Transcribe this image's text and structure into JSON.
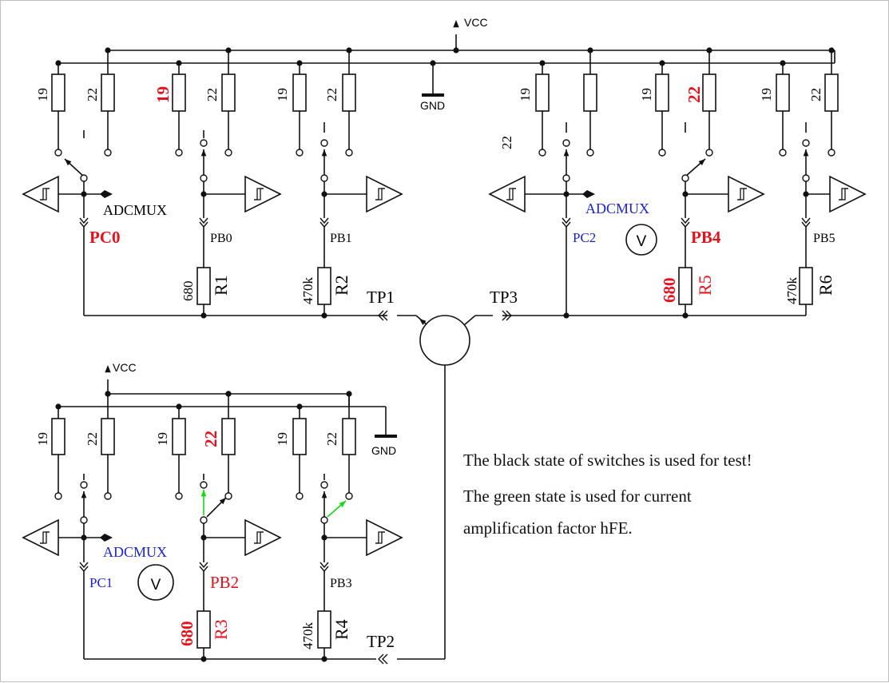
{
  "colors": {
    "wire": "#111111",
    "red": "#e8101a",
    "blue": "#1a22d8",
    "green": "#10dd10"
  },
  "labels": {
    "vcc_top": "VCC",
    "vcc_bottom": "VCC",
    "gnd_top": "GND",
    "gnd_bottom": "GND",
    "adcmux_1": "ADCMUX",
    "adcmux_2": "ADCMUX",
    "adcmux_3": "ADCMUX",
    "pc0": "PC0",
    "pb0": "PB0",
    "pb1": "PB1",
    "pc2": "PC2",
    "pb4": "PB4",
    "pb5": "PB5",
    "pc1": "PC1",
    "pb2": "PB2",
    "pb3": "PB3",
    "tp1": "TP1",
    "tp2": "TP2",
    "tp3": "TP3",
    "r1": "R1",
    "r2": "R2",
    "r3": "R3",
    "r4": "R4",
    "r5": "R5",
    "r6": "R6",
    "v680_r1": "680",
    "v470k_r2": "470k",
    "v680_r3": "680",
    "v470k_r4": "470k",
    "v680_r5": "680",
    "v470k_r6": "470k",
    "r19_a": "19",
    "r22_a": "22",
    "r19_b": "19",
    "r22_b": "22",
    "r19_c": "19",
    "r22_c": "22",
    "r19_d": "19",
    "r22_d": "22",
    "r19_e": "19",
    "r22_e": "22",
    "r19_f": "19",
    "r22_f": "22",
    "r19_g": "19",
    "r22_g": "22",
    "r19_h": "19",
    "r22_h": "22",
    "r19_i": "19",
    "r22_i": "22",
    "volt_1": "V",
    "volt_2": "V"
  },
  "notes": {
    "line1": "The black state of switches is used for test!",
    "line2": "The green state is used for current",
    "line3": "amplification factor hFE."
  }
}
